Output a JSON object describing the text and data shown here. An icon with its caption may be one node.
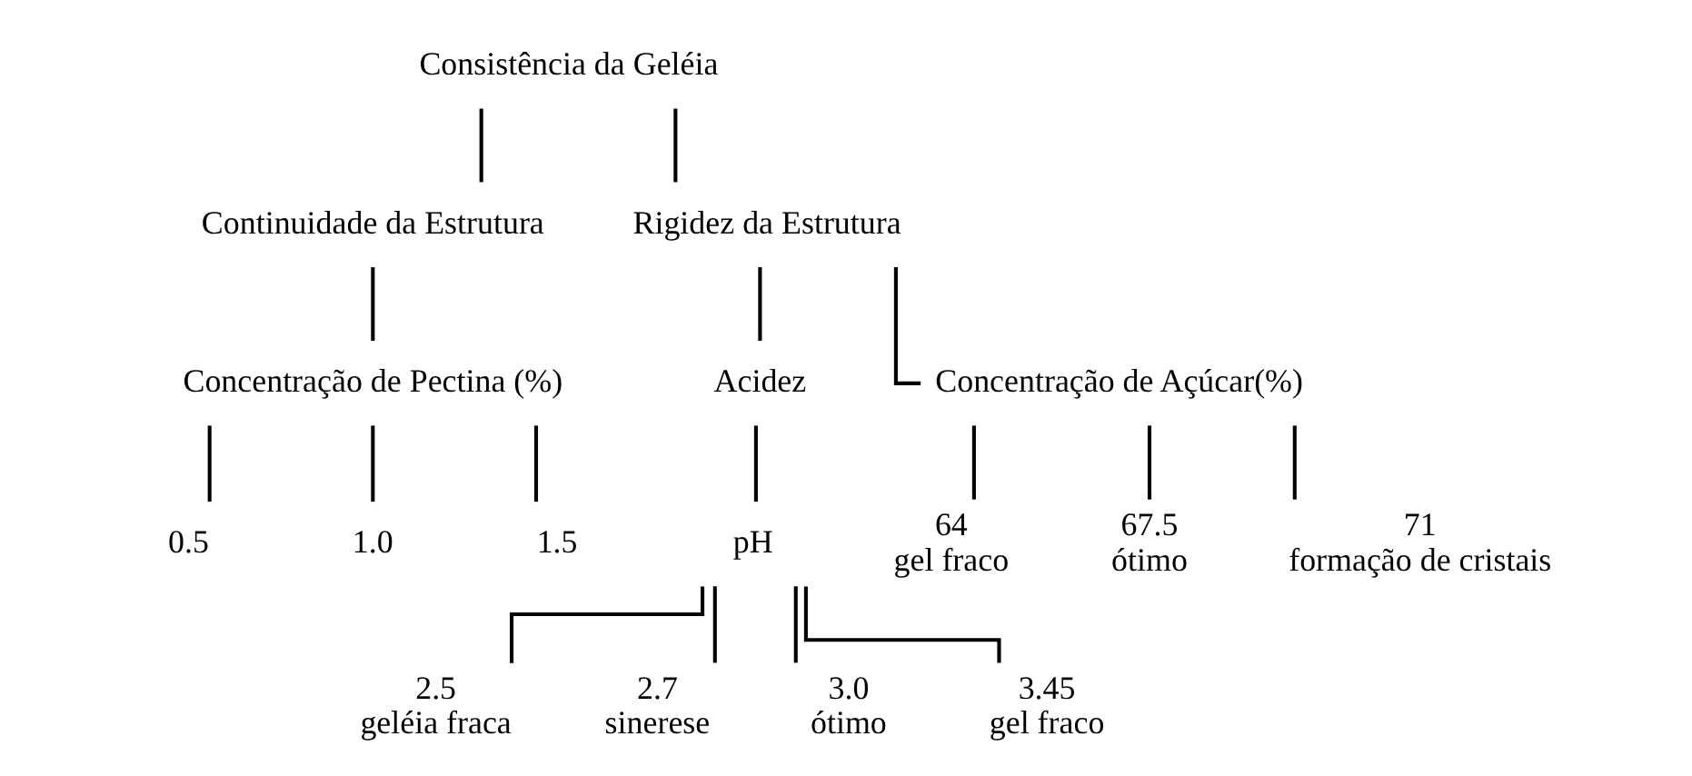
{
  "diagram": {
    "nodes": [
      {
        "text": [
          "Consistência da Geléia"
        ]
      },
      {
        "text": [
          "Continuidade da Estrutura"
        ]
      },
      {
        "text": [
          "Rigidez da Estrutura"
        ]
      },
      {
        "text": [
          "Concentração de Pectina (%)"
        ]
      },
      {
        "text": [
          "0.5"
        ]
      },
      {
        "text": [
          "1.0"
        ]
      },
      {
        "text": [
          "1.5"
        ]
      },
      {
        "text": [
          "Acidez"
        ]
      },
      {
        "text": [
          "pH"
        ]
      },
      {
        "text": [
          "2.5",
          "geléia fraca"
        ]
      },
      {
        "text": [
          "2.7",
          "sinerese"
        ]
      },
      {
        "text": [
          "3.0",
          "ótimo"
        ]
      },
      {
        "text": [
          "3.45",
          "gel fraco"
        ]
      },
      {
        "text": [
          "Concentração de Açúcar(%)"
        ]
      },
      {
        "text": [
          "64",
          "gel fraco"
        ]
      },
      {
        "text": [
          "67.5",
          "ótimo"
        ]
      },
      {
        "text": [
          "71",
          "formação de cristais"
        ]
      }
    ],
    "edges": [
      {
        "from": 0,
        "to": 1,
        "arrow": "none"
      },
      {
        "from": 0,
        "to": 2,
        "arrow": "none"
      },
      {
        "from": 1,
        "to": 3,
        "arrow": "none"
      },
      {
        "from": 3,
        "to": 4,
        "arrow": "none"
      },
      {
        "from": 3,
        "to": 5,
        "arrow": "none"
      },
      {
        "from": 3,
        "to": 6,
        "arrow": "none"
      },
      {
        "from": 2,
        "to": 7,
        "arrow": "none"
      },
      {
        "from": 2,
        "to": 13,
        "arrow": "none"
      },
      {
        "from": 7,
        "to": 8,
        "arrow": "none"
      },
      {
        "from": 8,
        "to": 9,
        "arrow": "none"
      },
      {
        "from": 8,
        "to": 10,
        "arrow": "none"
      },
      {
        "from": 8,
        "to": 11,
        "arrow": "none"
      },
      {
        "from": 8,
        "to": 12,
        "arrow": "none"
      },
      {
        "from": 13,
        "to": 14,
        "arrow": "none"
      },
      {
        "from": 13,
        "to": 15,
        "arrow": "none"
      },
      {
        "from": 13,
        "to": 16,
        "arrow": "none"
      }
    ]
  }
}
